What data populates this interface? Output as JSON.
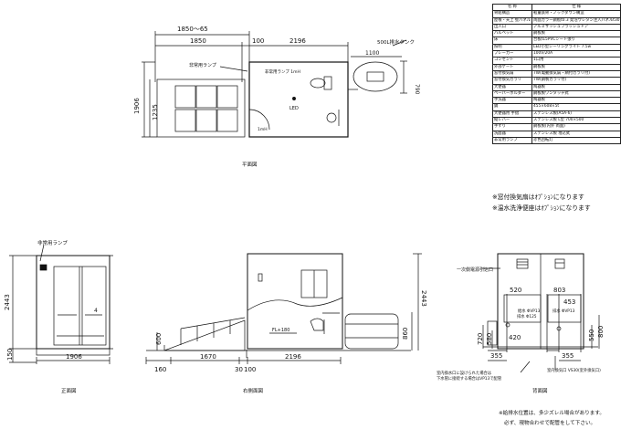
{
  "spec_table": {
    "header": [
      "名 称",
      "仕 様"
    ],
    "rows": [
      [
        "骨組構造",
        "軽量鉄骨・ノックダウン構造"
      ],
      [
        "屋根・天上\n壁パネル",
        "両面カラー鋼板t0.3 発泡ウレタン注入パネルt30"
      ],
      [
        "出入口",
        "アルミサッシュフラッシュドア"
      ],
      [
        "パルペット",
        "鋼板製"
      ],
      [
        "床",
        "合板t15PVCシート張り"
      ],
      [
        "照明",
        "LED小型シーリングライト 7.5w"
      ],
      [
        "ブレーカー",
        "100V/20A"
      ],
      [
        "コンセント",
        "1口用"
      ],
      [
        "外部ゲート",
        "鋼板製"
      ],
      [
        "窓付換気扇",
        "7W(電動換気扇・網付ガラリ付)"
      ],
      [
        "窓付換気ガラリ",
        "7W(鋼製ガラリ付)"
      ],
      [
        "大便器",
        "陶器製"
      ],
      [
        "ペーパーホルダー",
        "鋼板製ワンタッチ式"
      ],
      [
        "手洗器",
        "陶器製"
      ],
      [
        "鏡",
        "455×608×5t"
      ],
      [
        "大便器用 手摺",
        "ステンレス製(A5A-6)"
      ],
      [
        "縦レバー",
        "ステンレス製 L型 700×500"
      ],
      [
        "手すり",
        "鋼板製(内外 両面)"
      ],
      [
        "洗面器",
        "ステンレス製 埋込式"
      ],
      [
        "非常用ランプ",
        "赤色回転灯"
      ]
    ]
  },
  "notes": [
    "※窓付換気扇はｵﾌﾟｼｮﾝになります",
    "※温水洗浄便座はｵﾌﾟｼｮﾝになります"
  ],
  "footnotes": [
    "※給排水位置は、多少ズレル場合があります。",
    "必ず、現物合わせで配管をして下さい。"
  ],
  "plan": {
    "title": "平面図",
    "dims_top": [
      "1850～65",
      "1850",
      "100",
      "2196"
    ],
    "dims_left": [
      "1906",
      "1235"
    ],
    "tank_label": "500L排水タンク",
    "tank_dims": [
      "1100",
      "790"
    ],
    "emergency_lamp": "非常用ランプ",
    "emergency_lamp2": "非常用ランプ 1mH",
    "led": "LED",
    "small": "1mH"
  },
  "front": {
    "title": "正面図",
    "lamp": "非常用ランプ",
    "height": "2443",
    "base": "150",
    "width": "1906",
    "arrow_mark": "4"
  },
  "side": {
    "title": "右側面図",
    "dims_bottom": [
      "160",
      "1670",
      "30",
      "100",
      "2196"
    ],
    "height": "2443",
    "ramp_h": "600",
    "fl": "FL+180",
    "tank_h": "860"
  },
  "back": {
    "title": "背面図",
    "vent": "一次側電源引込口",
    "dims": [
      "520",
      "803",
      "453",
      "720",
      "580",
      "420",
      "355",
      "550",
      "355",
      "800"
    ],
    "supply_label": "給水 ΦVP13",
    "drain_label": "排水 ΦVP13",
    "pipe_label": "排水 Φ125",
    "note_outlet": "室内換気口 VS30(室外換気口)",
    "note_drain": "室内換水口に設けられた場合は\n下水管に接続する場合はVP13で配管",
    "inlet_label": "室内換水口"
  }
}
